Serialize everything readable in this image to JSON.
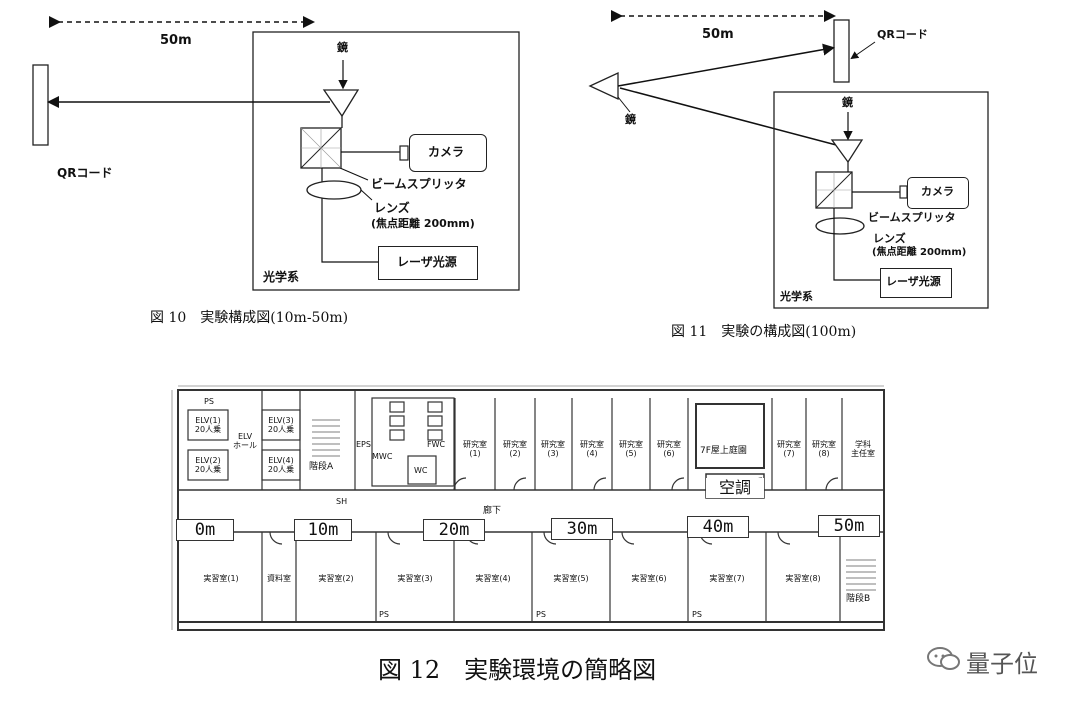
{
  "fig10": {
    "distance": "50m",
    "mirror": "鏡",
    "qr": "QRコード",
    "camera": "カメラ",
    "beamsplitter": "ビームスプリッタ",
    "lens": "レンズ",
    "lens_focal": "(焦点距離 200mm)",
    "laser": "レーザ光源",
    "optics": "光学系",
    "caption": "図 10　実験構成図(10m-50m)"
  },
  "fig11": {
    "distance": "50m",
    "mirror_top": "鏡",
    "mirror_far": "鏡",
    "qr": "QRコード",
    "camera": "カメラ",
    "beamsplitter": "ビームスプリッタ",
    "lens": "レンズ",
    "lens_focal": "(焦点距離 200mm)",
    "laser": "レーザ光源",
    "optics": "光学系",
    "caption": "図 11　実験の構成図(100m)"
  },
  "fig12": {
    "caption": "図 12　実験環境の簡略図",
    "markers": [
      "0m",
      "10m",
      "20m",
      "30m",
      "40m",
      "50m"
    ],
    "aircon": "空調",
    "corridor": "廊下",
    "stairs_a": "階段A",
    "stairs_b": "階段B",
    "elv_hall": "ELV\nホール",
    "elv_units": [
      "ELV(1)\n20人乗",
      "ELV(3)\n20人乗",
      "ELV(2)\n20人乗",
      "ELV(4)\n20人乗"
    ],
    "ps": "PS",
    "eps": "EPS",
    "mwc": "MWC",
    "fwc": "FWC",
    "wc": "WC",
    "sh": "SH",
    "courtyard": "7F屋上庭園",
    "top_rooms": [
      "研究室\n(1)",
      "研究室\n(2)",
      "研究室\n(3)",
      "研究室\n(4)",
      "研究室\n(5)",
      "研究室\n(6)",
      "研究室\n(7)",
      "研究室\n(8)",
      "学科\n主任室"
    ],
    "bottom_rooms": [
      "実習室(1)",
      "資料室",
      "実習室(2)",
      "実習室(3)",
      "実習室(4)",
      "実習室(5)",
      "実習室(6)",
      "実習室(7)",
      "実習室(8)"
    ]
  },
  "watermark": "量子位"
}
